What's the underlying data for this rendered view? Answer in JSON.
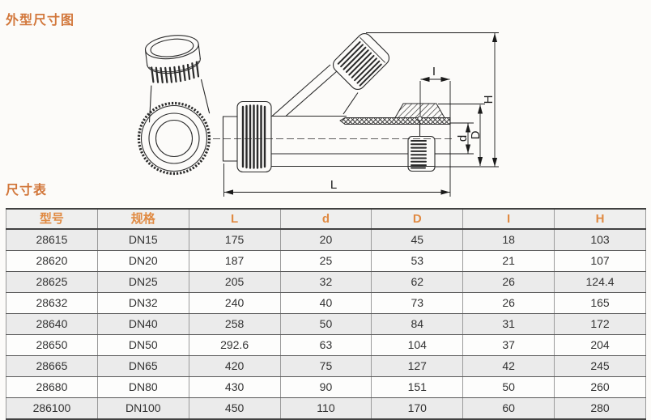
{
  "page": {
    "diagram_section_title": "外型尺寸图",
    "table_section_title": "尺寸表"
  },
  "diagram": {
    "dimension_labels": {
      "L": "L",
      "d": "d",
      "D": "D",
      "I": "I",
      "H": "H"
    }
  },
  "table": {
    "columns": [
      "型号",
      "规格",
      "L",
      "d",
      "D",
      "I",
      "H"
    ],
    "rows": [
      [
        "28615",
        "DN15",
        "175",
        "20",
        "45",
        "18",
        "103"
      ],
      [
        "28620",
        "DN20",
        "187",
        "25",
        "53",
        "21",
        "107"
      ],
      [
        "28625",
        "DN25",
        "205",
        "32",
        "62",
        "26",
        "124.4"
      ],
      [
        "28632",
        "DN32",
        "240",
        "40",
        "73",
        "26",
        "165"
      ],
      [
        "28640",
        "DN40",
        "258",
        "50",
        "84",
        "31",
        "172"
      ],
      [
        "28650",
        "DN50",
        "292.6",
        "63",
        "104",
        "37",
        "204"
      ],
      [
        "28665",
        "DN65",
        "420",
        "75",
        "127",
        "42",
        "245"
      ],
      [
        "28680",
        "DN80",
        "430",
        "90",
        "151",
        "50",
        "260"
      ],
      [
        "286100",
        "DN100",
        "450",
        "110",
        "170",
        "60",
        "280"
      ]
    ]
  },
  "colors": {
    "accent": "#d2773b",
    "table_header_text": "#e08a42",
    "cell_text": "#333333",
    "stripe": "#ebebeb",
    "grid_line": "#414141"
  }
}
